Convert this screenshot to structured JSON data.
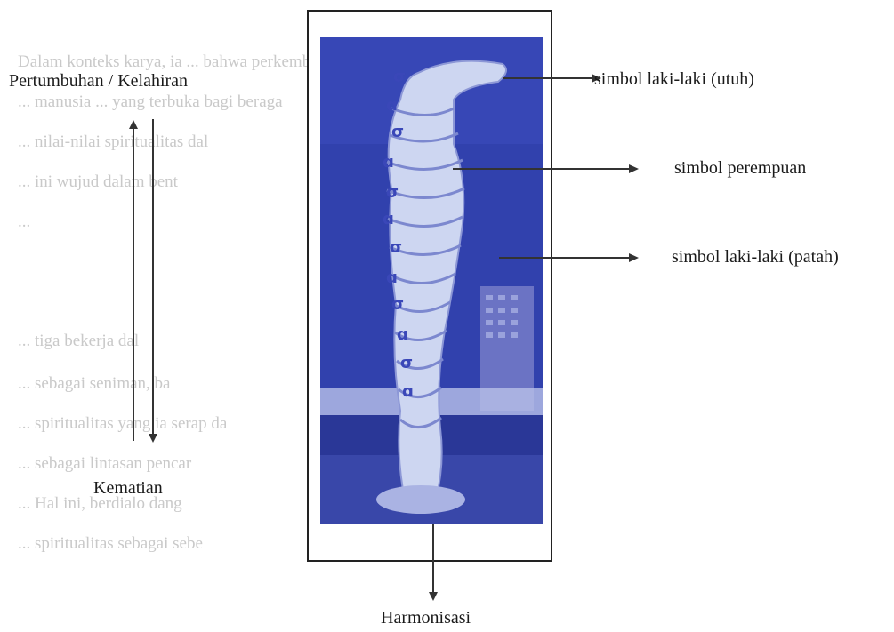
{
  "background_text": [
    "Dalam konteks karya, ia ... bahwa perkembang",
    "... manusia ... yang terbuka bagi beraga",
    "... nilai-nilai spiritualitas dal",
    "... ini wujud dalam bent",
    "...",
    "... tiga bekerja dal",
    "... sebagai seniman, ba",
    "... spiritualitas yang ia serap da",
    "... sebagai lintasan pencar",
    "... Hal ini, berdialo dang",
    "... spiritualitas sebagai sebe"
  ],
  "diagram": {
    "left_top_label": "Pertumbuhan / Kelahiran",
    "left_bottom_label": "Kematian",
    "bottom_label": "Harmonisasi",
    "pointer_labels": [
      "simbol laki-laki (utuh)",
      "simbol perempuan",
      "simbol laki-laki (patah)"
    ]
  },
  "colors": {
    "photo_blue": "#3141ad",
    "sculpture": "#c9d3ef",
    "line": "#333333"
  }
}
